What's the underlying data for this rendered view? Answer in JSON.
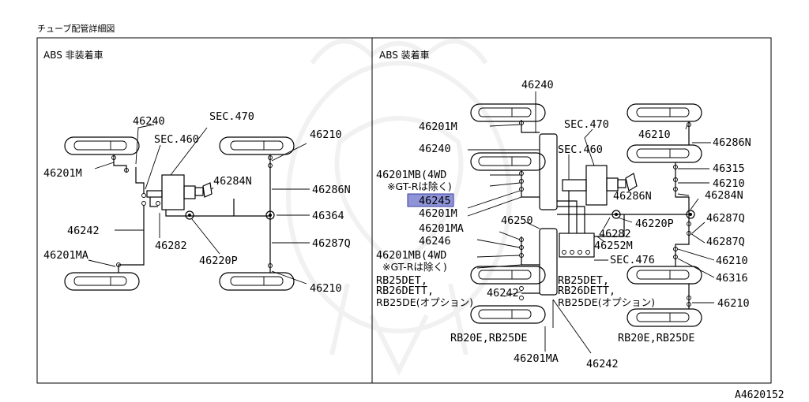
{
  "title": "チューブ配管詳細図",
  "footer_code": "A4620152",
  "left_panel": {
    "heading": "ABS 非装着車",
    "labels": {
      "p46240": "46240",
      "sec470": "SEC.470",
      "sec460": "SEC.460",
      "p46210_top": "46210",
      "p46201m": "46201M",
      "p46284n": "46284N",
      "p46286n": "46286N",
      "p46364": "46364",
      "p46242": "46242",
      "p46282": "46282",
      "p46287q": "46287Q",
      "p46201ma": "46201MA",
      "p46220p": "46220P",
      "p46210_bot": "46210"
    }
  },
  "right_panel": {
    "heading": "ABS 装着車",
    "labels": {
      "p46240_top": "46240",
      "p46201m_top": "46201M",
      "sec470": "SEC.470",
      "p46210_tr": "46210",
      "p46240_mid": "46240",
      "sec460": "SEC.460",
      "p46286n_r": "46286N",
      "p46315": "46315",
      "p46201mb_a": "46201MB(4WD",
      "p46210_r2": "46210",
      "gtr_a": "※GT-Rは除く)",
      "p46286n_c": "46286N",
      "p46284n": "46284N",
      "p46245": "46245",
      "p46201m_mid": "46201M",
      "p46250": "46250",
      "p46287q_a": "46287Q",
      "p46201ma": "46201MA",
      "p46220p": "46220P",
      "p46282": "46282",
      "p46246": "46246",
      "p46252m": "46252M",
      "p46287q_b": "46287Q",
      "p46201mb_b": "46201MB(4WD",
      "sec476": "SEC.476",
      "p46210_r3": "46210",
      "gtr_b": "※GT-Rは除く)",
      "rb25det_l": "RB25DET,",
      "rb26dett_l": "RB26DETT,",
      "rb25de_l": "RB25DE(オプション)",
      "rb25det_r": "RB25DET,",
      "rb26dett_r": "RB26DETT,",
      "rb25de_r": "RB25DE(オプション)",
      "p46316": "46316",
      "p46242_l": "46242",
      "p46210_r4": "46210",
      "rb20e_l": "RB20E,RB25DE",
      "rb20e_r": "RB20E,RB25DE",
      "p46201ma_bot": "46201MA",
      "p46242_bot": "46242"
    }
  }
}
